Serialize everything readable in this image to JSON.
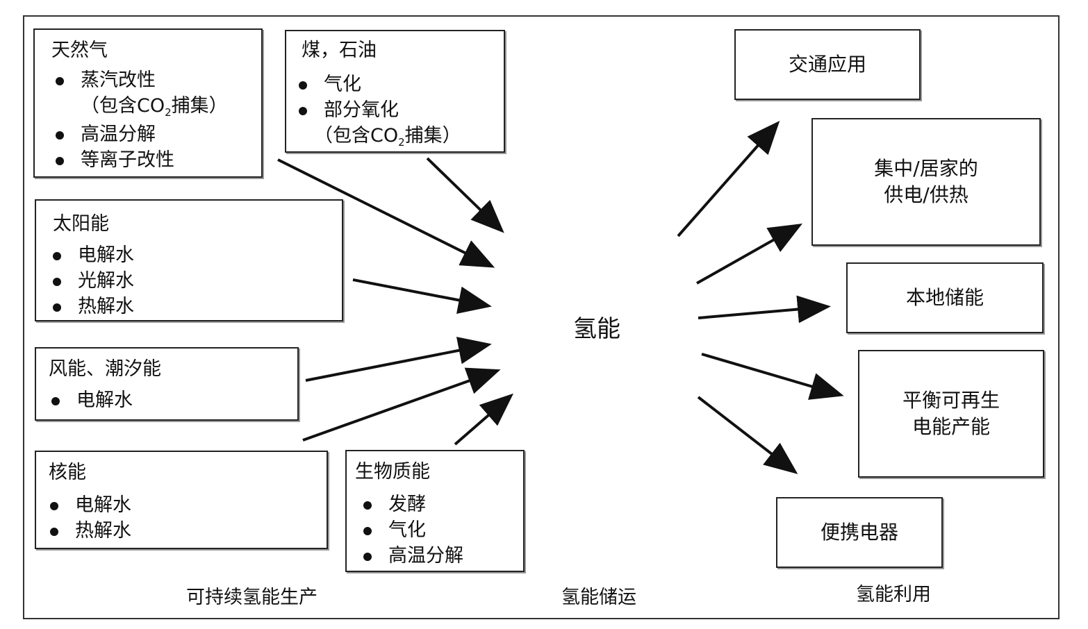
{
  "sources": {
    "natural_gas": {
      "title": "天然气",
      "item1_line1": "蒸汽改性",
      "item1_line2_pre": "（包含CO",
      "item1_sub": "2",
      "item1_line2_post": "捕集）",
      "item2": "高温分解",
      "item3": "等离子改性"
    },
    "coal_oil": {
      "title": "煤，石油",
      "item1": "气化",
      "item2_line1": "部分氧化",
      "item2_line2_pre": "（包含CO",
      "item2_sub": "2",
      "item2_line2_post": "捕集）"
    },
    "solar": {
      "title": "太阳能",
      "items": [
        "电解水",
        "光解水",
        "热解水"
      ]
    },
    "wind_tidal": {
      "title": "风能、潮汐能",
      "items": [
        "电解水"
      ]
    },
    "nuclear": {
      "title": "核能",
      "items": [
        "电解水",
        "热解水"
      ]
    },
    "biomass": {
      "title": "生物质能",
      "items": [
        "发酵",
        "气化",
        "高温分解"
      ]
    }
  },
  "center": {
    "label": "氢能"
  },
  "uses": {
    "transport": "交通应用",
    "power_heat": "集中/居家的\n供电/供热",
    "local_storage": "本地储能",
    "balance": "平衡可再生\n电能产能",
    "portable": "便携电器"
  },
  "footer": {
    "production": "可持续氢能生产",
    "storage": "氢能储运",
    "utilization": "氢能利用"
  }
}
